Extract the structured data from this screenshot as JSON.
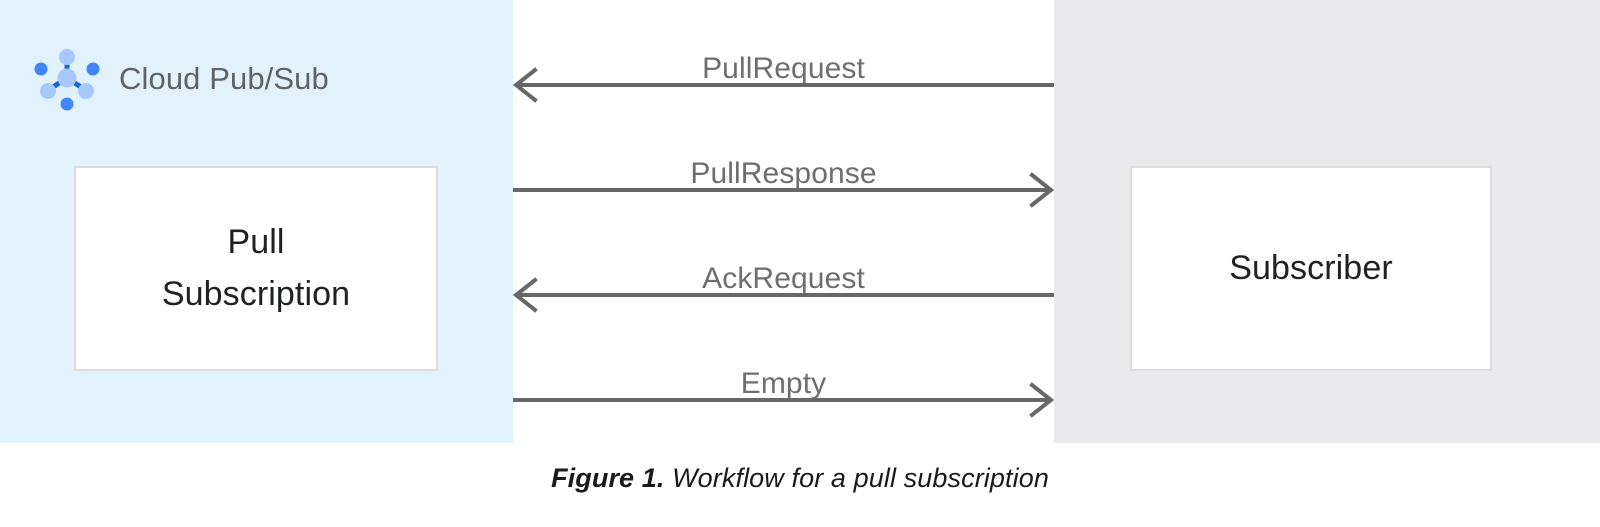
{
  "figure": {
    "caption_number": "Figure 1",
    "caption_separator": ". ",
    "caption_text": "Workflow for a pull subscription"
  },
  "colors": {
    "left_panel_bg": "#e1f2fc",
    "middle_panel_bg": "#ffffff",
    "right_panel_bg": "#eaeaec",
    "box_bg": "#ffffff",
    "box_border": "#dcdcdc",
    "arrow": "#676767",
    "label_text": "#6e6e6e",
    "brand_text": "#5f6368",
    "icon_light_blue": "#aecbfa",
    "icon_blue": "#4285f4",
    "icon_dark_blue": "#1967d2"
  },
  "left_panel": {
    "brand_label": "Cloud Pub/Sub",
    "brand_icon": "pubsub-icon",
    "box_label": "Pull\nSubscription"
  },
  "right_panel": {
    "box_label": "Subscriber"
  },
  "messages": [
    {
      "label": "PullRequest",
      "direction": "left",
      "from": "Subscriber",
      "to": "Pull Subscription"
    },
    {
      "label": "PullResponse",
      "direction": "right",
      "from": "Pull Subscription",
      "to": "Subscriber"
    },
    {
      "label": "AckRequest",
      "direction": "left",
      "from": "Subscriber",
      "to": "Pull Subscription"
    },
    {
      "label": "Empty",
      "direction": "right",
      "from": "Pull Subscription",
      "to": "Subscriber"
    }
  ]
}
